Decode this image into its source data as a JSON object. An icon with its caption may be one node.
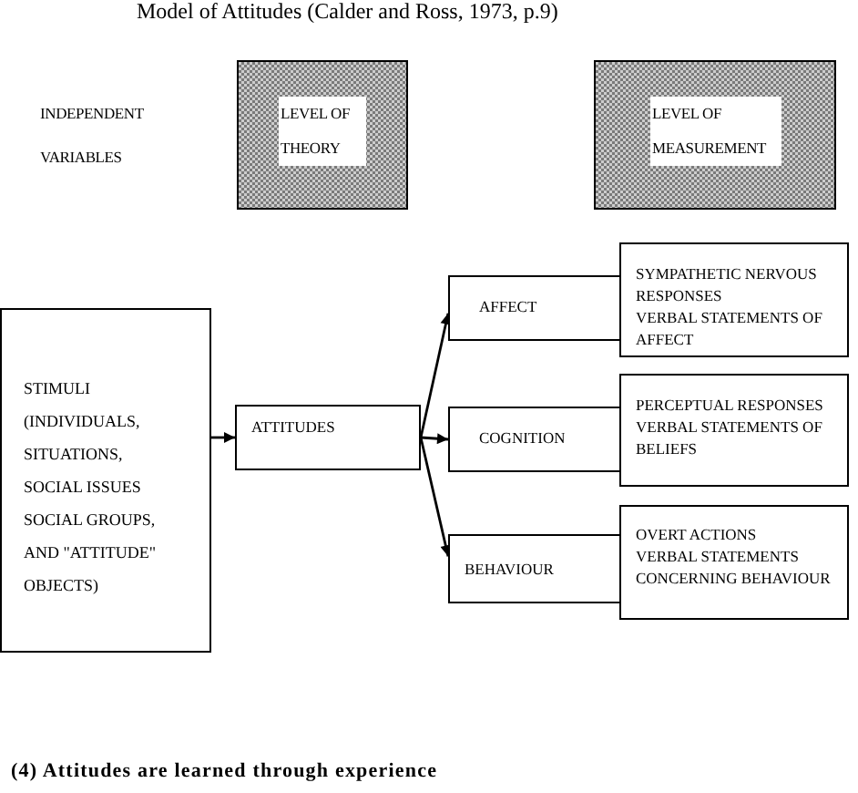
{
  "diagram": {
    "title": "Model of Attitudes (Calder and Ross, 1973, p.9)",
    "nodes": [
      {
        "text": [
          "LEVEL OF THEORY"
        ]
      },
      {
        "text": [
          "LEVEL OF MEASUREMENT"
        ]
      },
      {
        "text": [
          "STIMULI (INDIVIDUALS, SITUATIONS, SOCIAL ISSUES SOCIAL GROUPS, AND \"ATTITUDE\" OBJECTS)"
        ]
      },
      {
        "text": [
          "ATTITUDES"
        ]
      },
      {
        "text": [
          "AFFECT"
        ]
      },
      {
        "text": [
          "SYMPATHETIC NERVOUS RESPONSES",
          "VERBAL STATEMENTS OF AFFECT"
        ]
      },
      {
        "text": [
          "COGNITION"
        ]
      },
      {
        "text": [
          "PERCEPTUAL RESPONSES",
          "VERBAL STATEMENTS OF BELIEFS"
        ]
      },
      {
        "text": [
          "BEHAVIOUR"
        ]
      },
      {
        "text": [
          "OVERT ACTIONS",
          "VERBAL STATEMENTS CONCERNING BEHAVIOUR"
        ]
      }
    ],
    "edges": [
      {
        "from": 2,
        "to": 3,
        "arrow": "to"
      },
      {
        "from": 3,
        "to": 4,
        "arrow": "to"
      },
      {
        "from": 3,
        "to": 6,
        "arrow": "to"
      },
      {
        "from": 3,
        "to": 8,
        "arrow": "to"
      }
    ],
    "labels": [
      "INDEPENDENT VARIABLES"
    ],
    "caption": "(4) Attitudes are learned through experience"
  }
}
